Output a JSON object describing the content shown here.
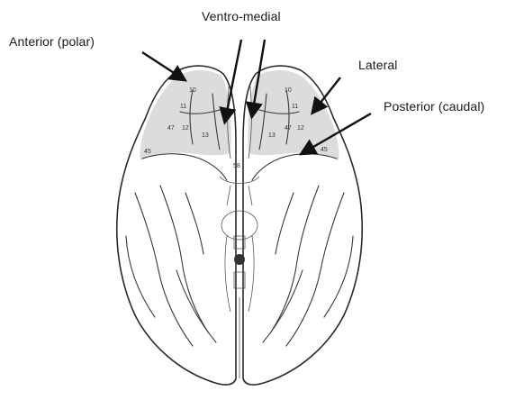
{
  "labels": {
    "anterior": "Anterior (polar)",
    "ventromedial": "Ventro-medial",
    "lateral": "Lateral",
    "posterior": "Posterior (caudal)"
  },
  "colors": {
    "line": "#2a2a2a",
    "arrow": "#111111",
    "shading": "#dcdcdc",
    "background": "#ffffff"
  }
}
